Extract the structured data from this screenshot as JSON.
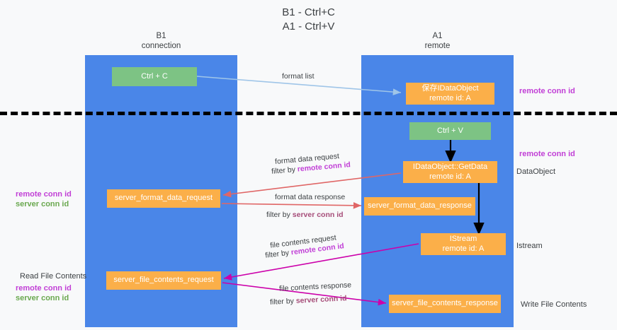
{
  "title": {
    "line1": "B1 - Ctrl+C",
    "line2": "A1 - Ctrl+V"
  },
  "columns": [
    {
      "name": "B1",
      "sub": "connection",
      "color": "#4a86e8"
    },
    {
      "name": "A1",
      "sub": "remote",
      "color": "#4a86e8"
    }
  ],
  "nodes": {
    "ctrl_c": {
      "label": "Ctrl + C",
      "color": "#7dc384"
    },
    "save_idataobject": {
      "line1": "保存IDataObject",
      "line2": "remote id: A",
      "color": "#fbaf49"
    },
    "ctrl_v": {
      "label": "Ctrl + V",
      "color": "#7dc384"
    },
    "getdata": {
      "line1": "IDataObject::GetData",
      "line2": "remote id: A",
      "color": "#fbaf49"
    },
    "server_format_data_request": {
      "label": "server_format_data_request",
      "color": "#fbaf49"
    },
    "server_format_data_response": {
      "label": "server_format_data_response",
      "color": "#fbaf49"
    },
    "istream": {
      "line1": "IStream",
      "line2": "remote id: A",
      "color": "#fbaf49"
    },
    "server_file_contents_request": {
      "label": "server_file_contents_request",
      "color": "#fbaf49"
    },
    "server_file_contents_response": {
      "label": "server_file_contents_response",
      "color": "#fbaf49"
    }
  },
  "edge_labels": {
    "format_list": "format list",
    "format_data_request": "format data request",
    "format_data_request_filter_prefix": "filter by ",
    "format_data_request_filter_key": "remote conn id",
    "format_data_response": "format data response",
    "format_data_response_filter_prefix": "filter by ",
    "format_data_response_filter_key": "server conn id",
    "file_contents_request": "file contents request",
    "file_contents_request_filter_prefix": "filter by ",
    "file_contents_request_filter_key": "remote conn id",
    "file_contents_response": "file contents response",
    "file_contents_response_filter_prefix": "filter by ",
    "file_contents_response_filter_key": "server conn id"
  },
  "annotations": {
    "remote_conn_id_top": "remote conn id",
    "remote_conn_id_mid": "remote conn id",
    "dataobject": "DataObject",
    "istream": "Istream",
    "write_file_contents": "Write File Contents",
    "read_file_contents": "Read File Contents",
    "left_remote_conn_id_1": "remote conn id",
    "left_server_conn_id_1": "server conn id",
    "left_remote_conn_id_2": "remote conn id",
    "left_server_conn_id_2": "server conn id"
  },
  "colors": {
    "column": "#4a86e8",
    "green_node": "#7dc384",
    "orange_node": "#fbaf49",
    "pink_text": "#c13fd6",
    "green_text": "#6aa84f",
    "magenta_text": "#a64d79",
    "red_arrow": "#e06666",
    "magenta_arrow": "#cc00aa",
    "blue_arrow": "#9fc5e8",
    "background": "#f8f9fa"
  }
}
